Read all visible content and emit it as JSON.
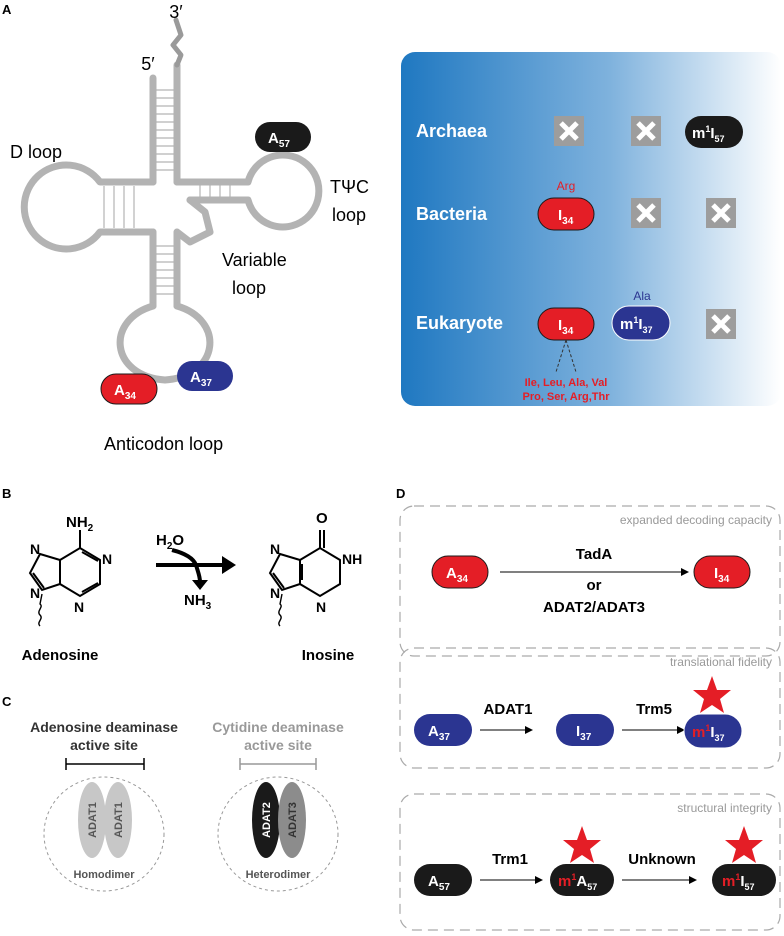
{
  "panels": {
    "a": "A",
    "b": "B",
    "c": "C",
    "d": "D"
  },
  "trna": {
    "five_prime": "5′",
    "three_prime": "3′",
    "d_loop": "D loop",
    "twc_line1": "TΨC",
    "twc_line2": "loop",
    "variable_line1": "Variable",
    "variable_line2": "loop",
    "anticodon_loop": "Anticodon loop",
    "a57_base": "A",
    "a57_sub": "57",
    "a34_base": "A",
    "a34_sub": "34",
    "a37_base": "A",
    "a37_sub": "37"
  },
  "domains_box": {
    "archaea": "Archaea",
    "bacteria": "Bacteria",
    "eukaryote": "Eukaryote",
    "arg": "Arg",
    "ala": "Ala",
    "m1i57_pre": "m",
    "m1i57_sup": "1",
    "m1i57_base": "I",
    "m1i57_sub": "57",
    "i34_base": "I",
    "i34_sub": "34",
    "m1i37_pre": "m",
    "m1i37_sup": "1",
    "m1i37_base": "I",
    "m1i37_sub": "37",
    "euk_aa_line1": "Ile, Leu, Ala, Val",
    "euk_aa_line2": "Pro, Ser, Arg,Thr"
  },
  "reaction": {
    "adenosine_label": "Adenosine",
    "inosine_label": "Inosine",
    "h2o_h": "H",
    "h2o_2": "2",
    "h2o_o": "O",
    "nh3_nh": "NH",
    "nh3_3": "3",
    "nh2_nh": "NH",
    "nh2_2": "2",
    "n": "N",
    "nh": "NH",
    "o": "O"
  },
  "panel_c": {
    "adenosine_line1": "Adenosine deaminase",
    "adenosine_line2": "active site",
    "cytidine_line1": "Cytidine deaminase",
    "cytidine_line2": "active site",
    "adat1": "ADAT1",
    "adat2": "ADAT2",
    "adat3": "ADAT3",
    "homodimer": "Homodimer",
    "heterodimer": "Heterodimer"
  },
  "panel_d": {
    "box1_caption": "expanded decoding capacity",
    "box2_caption": "translational fidelity",
    "box3_caption": "structural integrity",
    "tada": "TadA",
    "or": "or",
    "adat2_adat3": "ADAT2/ADAT3",
    "adat1": "ADAT1",
    "trm5": "Trm5",
    "trm1": "Trm1",
    "unknown": "Unknown"
  },
  "colors": {
    "red": "#e41e26",
    "blue": "#2b3591",
    "black": "#1a1a1a",
    "trna_gray": "#b3b3b3",
    "box_blue": "#1f78c1",
    "cross_gray": "#9d9d9d",
    "mod_red": "#e41e26"
  }
}
